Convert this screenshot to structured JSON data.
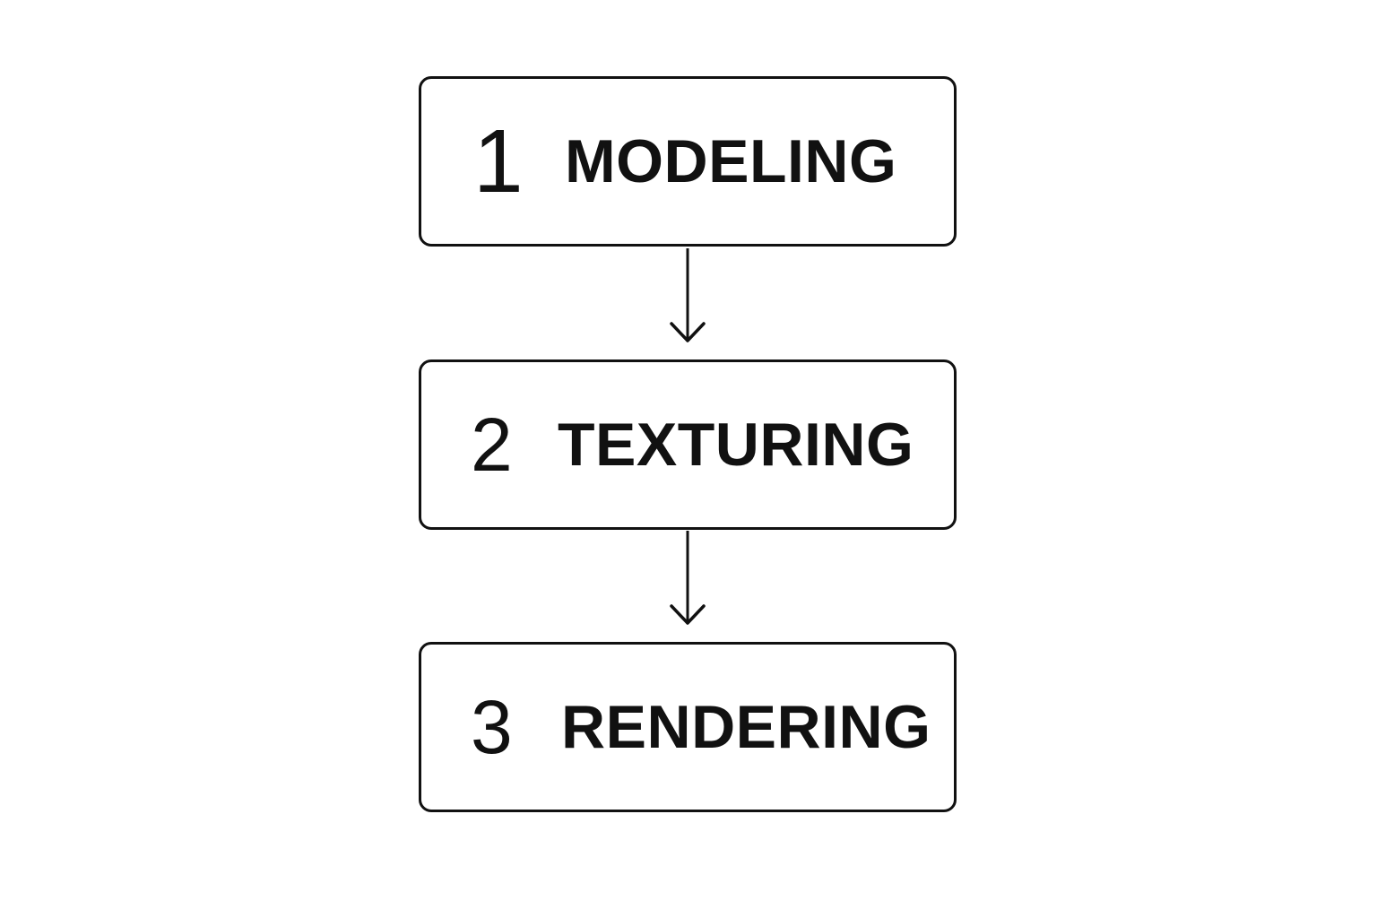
{
  "steps": [
    {
      "number": "1",
      "label": "MODELING"
    },
    {
      "number": "2",
      "label": "TEXTURING"
    },
    {
      "number": "3",
      "label": "RENDERING"
    }
  ],
  "colors": {
    "stroke": "#111111",
    "background": "#ffffff"
  }
}
